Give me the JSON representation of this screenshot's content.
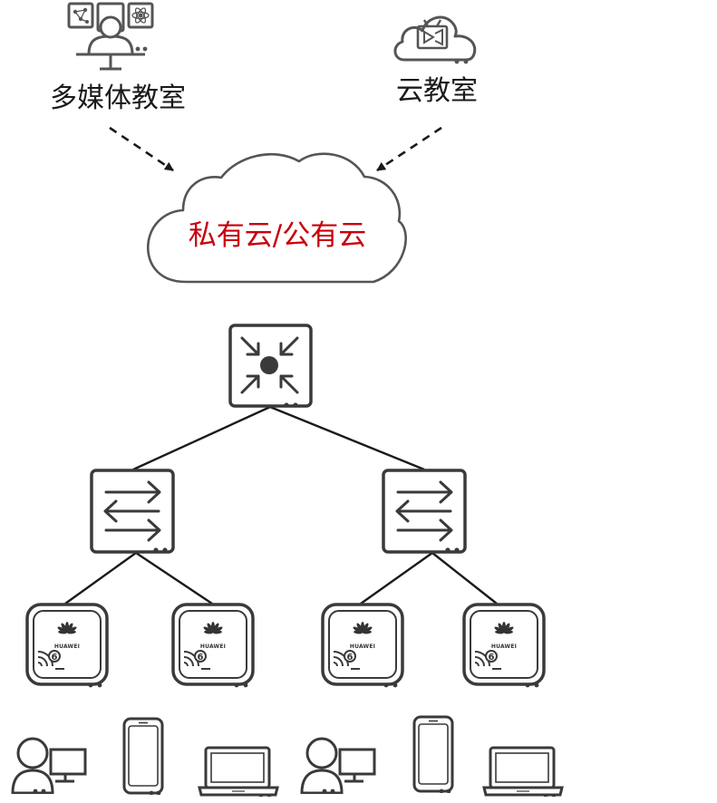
{
  "colors": {
    "stroke": "#3a3a3a",
    "icon_fill": "#3a3a3a",
    "cloud_stroke": "#555555",
    "cloud_text": "#c7000b",
    "background": "#ffffff"
  },
  "labels": {
    "multimedia_classroom": "多媒体教室",
    "cloud_classroom": "云教室",
    "cloud": "私有云/公有云"
  },
  "devices": {
    "core": {
      "icon": "core-router-icon"
    },
    "access_switches": [
      {
        "icon": "switch-icon"
      },
      {
        "icon": "switch-icon"
      }
    ],
    "access_points": [
      {
        "icon": "wifi6-ap-icon",
        "brand": "HUAWEI",
        "badge": "6"
      },
      {
        "icon": "wifi6-ap-icon",
        "brand": "HUAWEI",
        "badge": "6"
      },
      {
        "icon": "wifi6-ap-icon",
        "brand": "HUAWEI",
        "badge": "6"
      },
      {
        "icon": "wifi6-ap-icon",
        "brand": "HUAWEI",
        "badge": "6"
      }
    ],
    "terminals": [
      {
        "icon": "desktop-user-icon"
      },
      {
        "icon": "smartphone-icon"
      },
      {
        "icon": "laptop-icon"
      },
      {
        "icon": "desktop-user-icon"
      },
      {
        "icon": "smartphone-icon"
      },
      {
        "icon": "laptop-icon"
      }
    ]
  }
}
